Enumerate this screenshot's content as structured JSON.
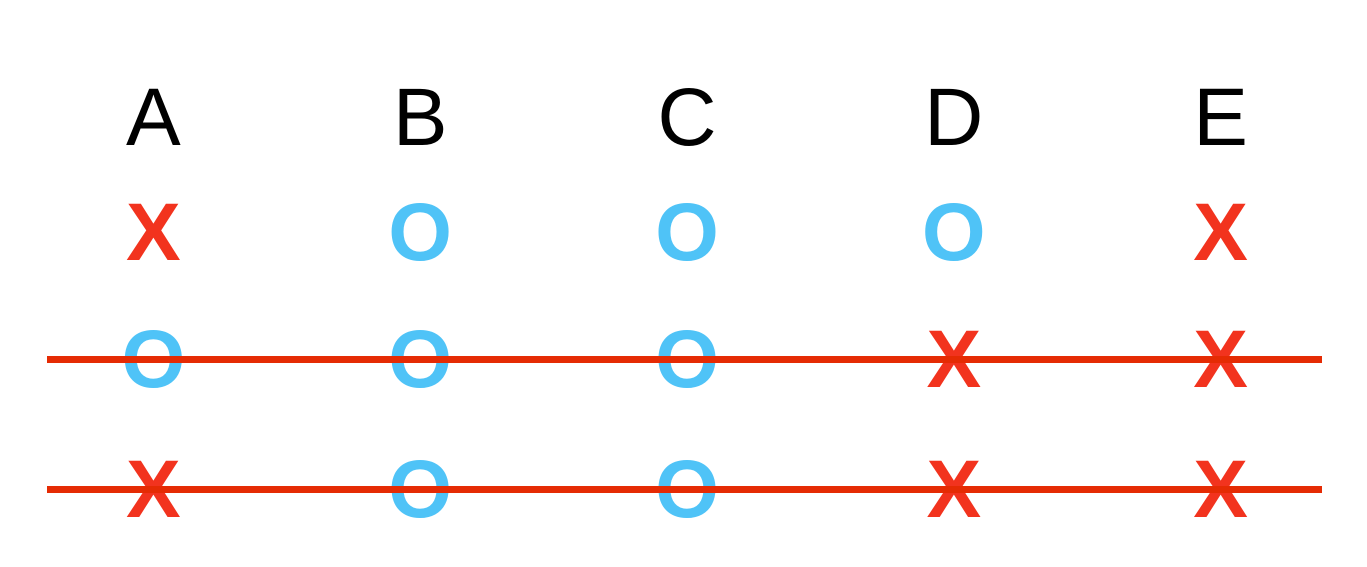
{
  "grid": {
    "columns": [
      "A",
      "B",
      "C",
      "D",
      "E"
    ],
    "rows": [
      {
        "marks": [
          "X",
          "O",
          "O",
          "O",
          "X"
        ],
        "struck": false
      },
      {
        "marks": [
          "O",
          "O",
          "O",
          "X",
          "X"
        ],
        "struck": true
      },
      {
        "marks": [
          "X",
          "O",
          "O",
          "X",
          "X"
        ],
        "struck": true
      }
    ]
  },
  "colors": {
    "header": "#000000",
    "x_mark": "#F2331E",
    "o_mark": "#4FC3F7",
    "strike": "#E52B04"
  }
}
